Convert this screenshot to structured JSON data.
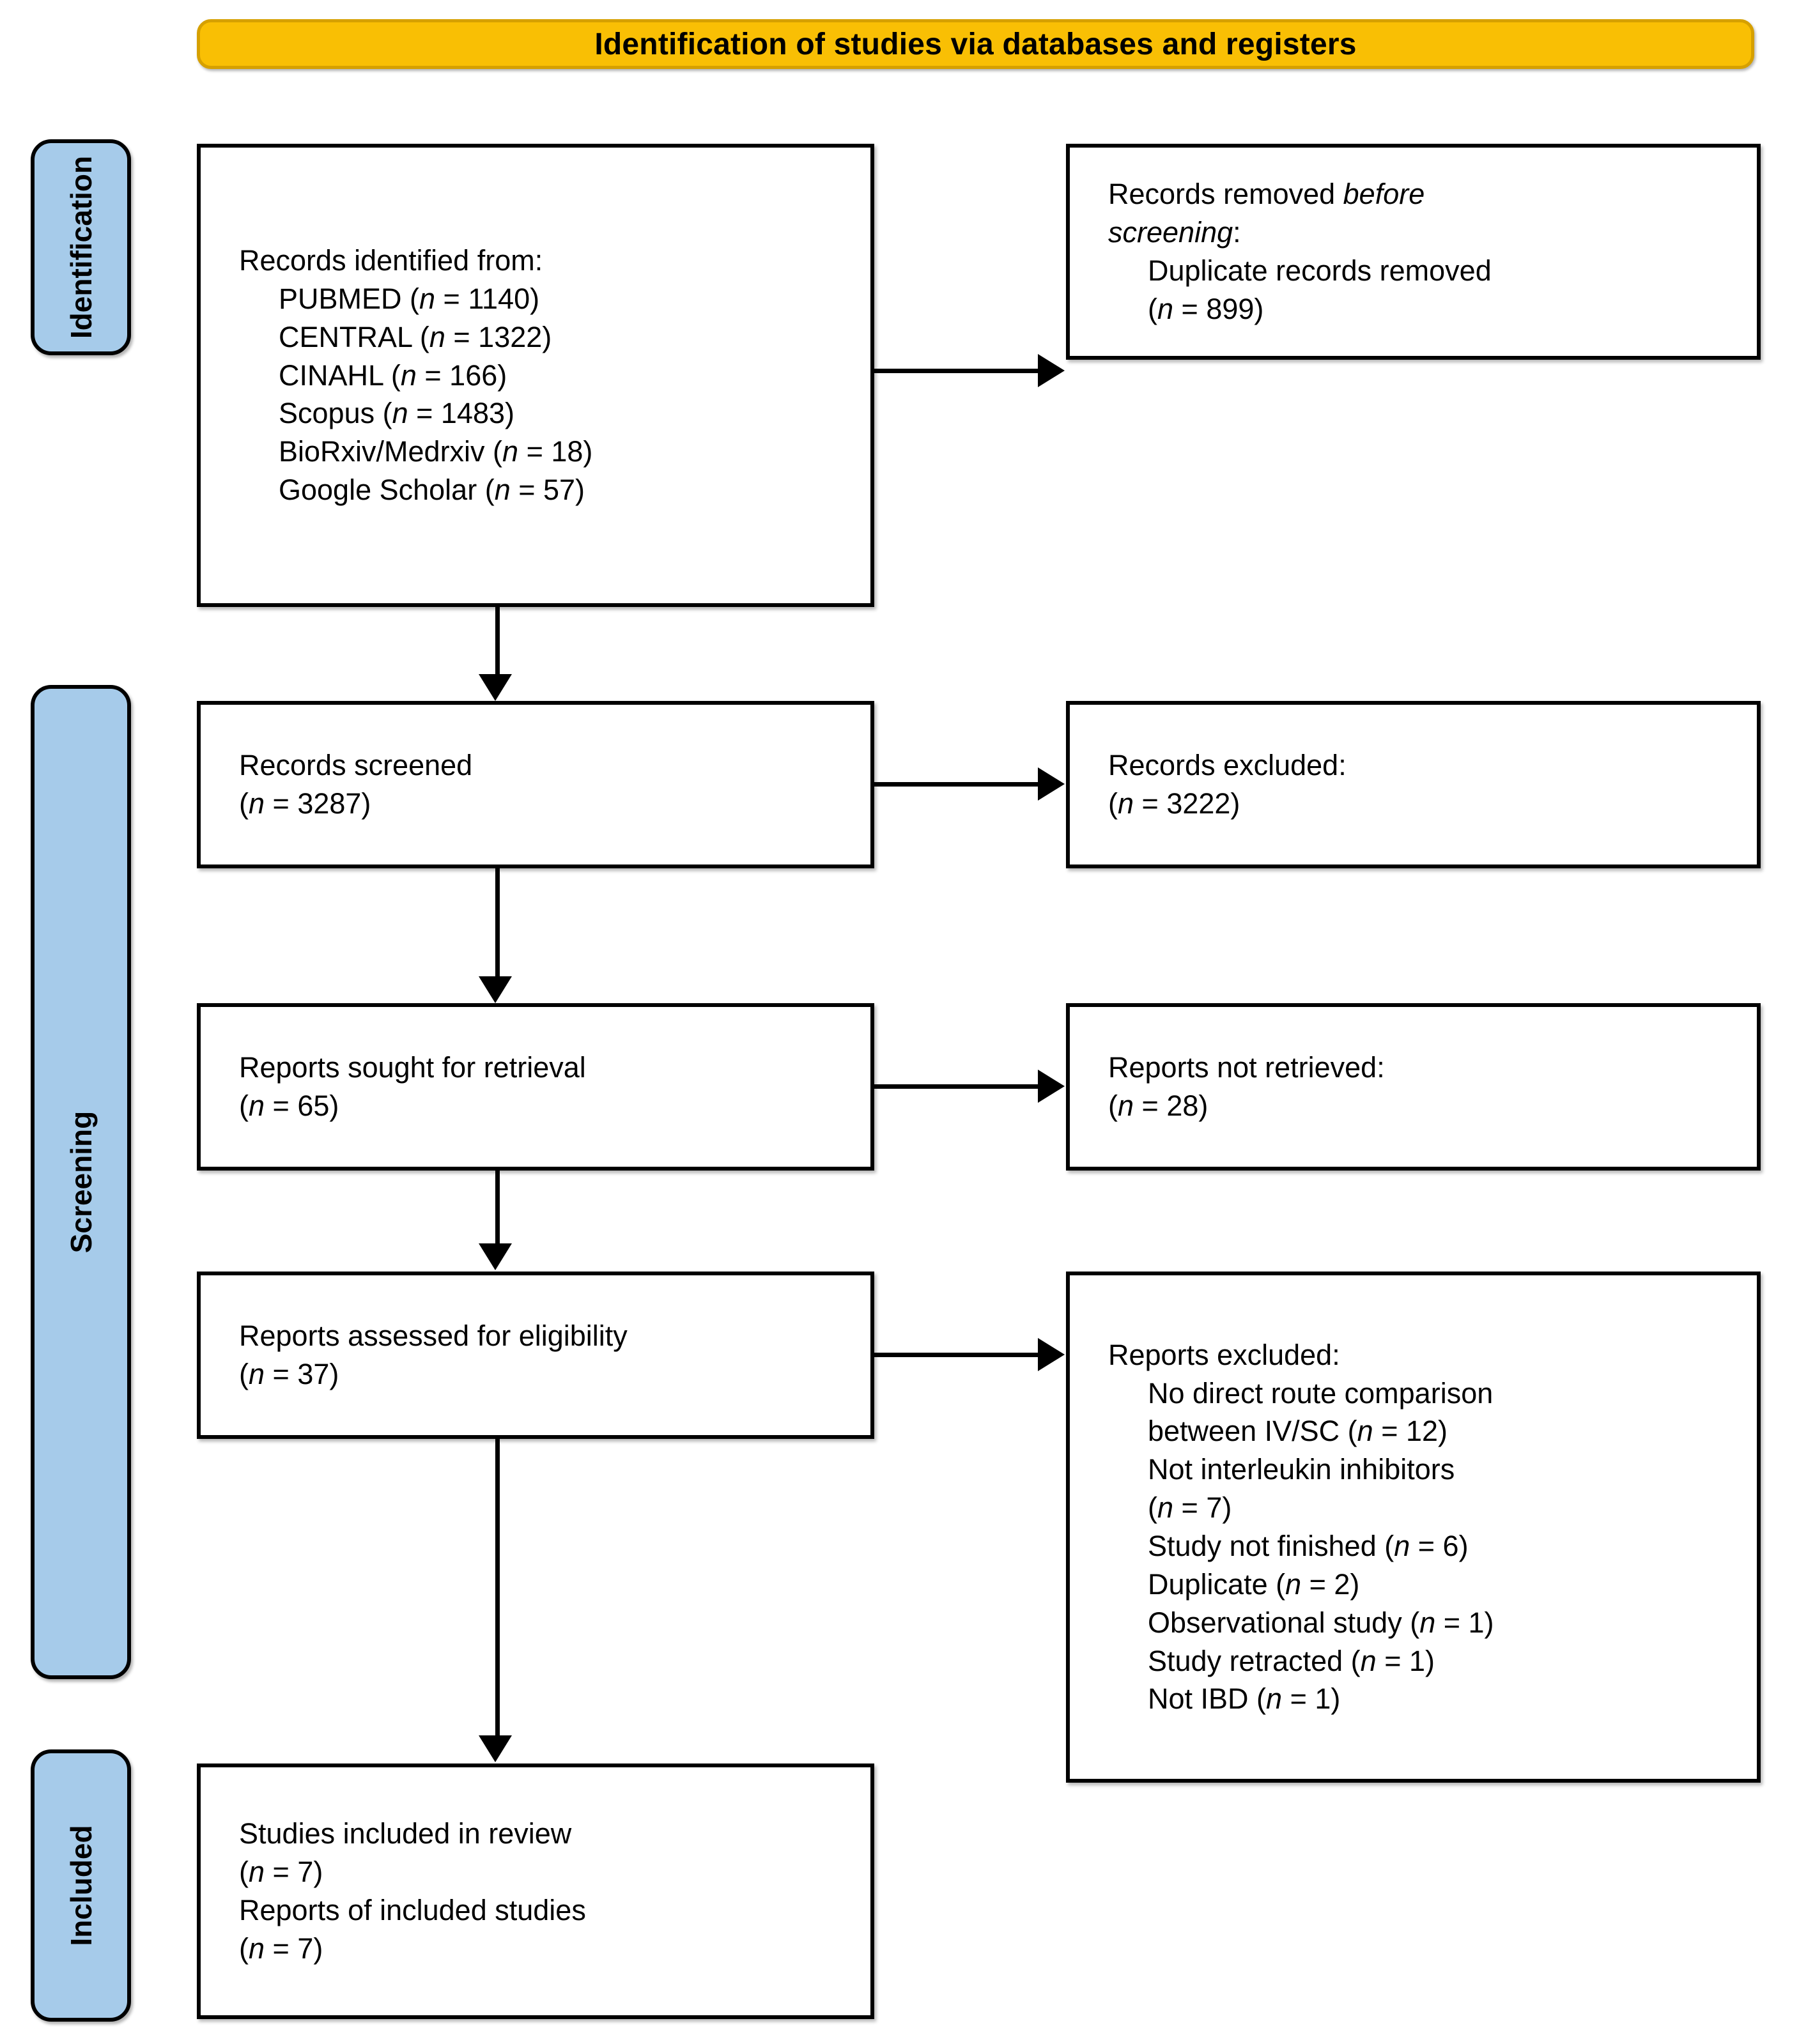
{
  "banner": {
    "title": "Identification of studies via databases and registers",
    "background_color": "#F9BF04",
    "border_color": "#D6A000"
  },
  "stages": {
    "identification": "Identification",
    "screening": "Screening",
    "included": "Included",
    "background_color": "#A6CBEA"
  },
  "boxes": {
    "identified": {
      "heading": "Records identified from:",
      "sources": [
        "PUBMED (n = 1140)",
        "CENTRAL (n = 1322)",
        "CINAHL (n = 166)",
        "Scopus (n = 1483)",
        "BioRxiv/Medrxiv (n = 18)",
        "Google Scholar (n = 57)"
      ]
    },
    "removed_before_screening": {
      "line1_prefix": "Records removed ",
      "line1_italic": "before",
      "line2_italic": "screening",
      "line2_suffix": ":",
      "item": "Duplicate records removed",
      "item_count": "(n = 899)"
    },
    "records_screened": {
      "label": "Records screened",
      "count": "(n = 3287)"
    },
    "records_excluded": {
      "label": "Records excluded:",
      "count": "(n = 3222)"
    },
    "reports_sought": {
      "label": "Reports sought for retrieval",
      "count": "(n = 65)"
    },
    "reports_not_retrieved": {
      "label": "Reports not retrieved:",
      "count": "(n = 28)"
    },
    "reports_assessed": {
      "label": "Reports assessed for eligibility",
      "count": "(n = 37)"
    },
    "reports_excluded": {
      "heading": "Reports excluded:",
      "reasons": [
        "No direct route comparison",
        "between IV/SC (n = 12)",
        "Not interleukin inhibitors",
        "(n = 7)",
        "Study not finished (n = 6)",
        "Duplicate (n = 2)",
        "Observational study (n = 1)",
        "Study retracted (n = 1)",
        "Not IBD (n = 1)"
      ]
    },
    "studies_included": {
      "line1": "Studies included in review",
      "count1": "(n = 7)",
      "line2": "Reports of included studies",
      "count2": "(n = 7)"
    }
  }
}
